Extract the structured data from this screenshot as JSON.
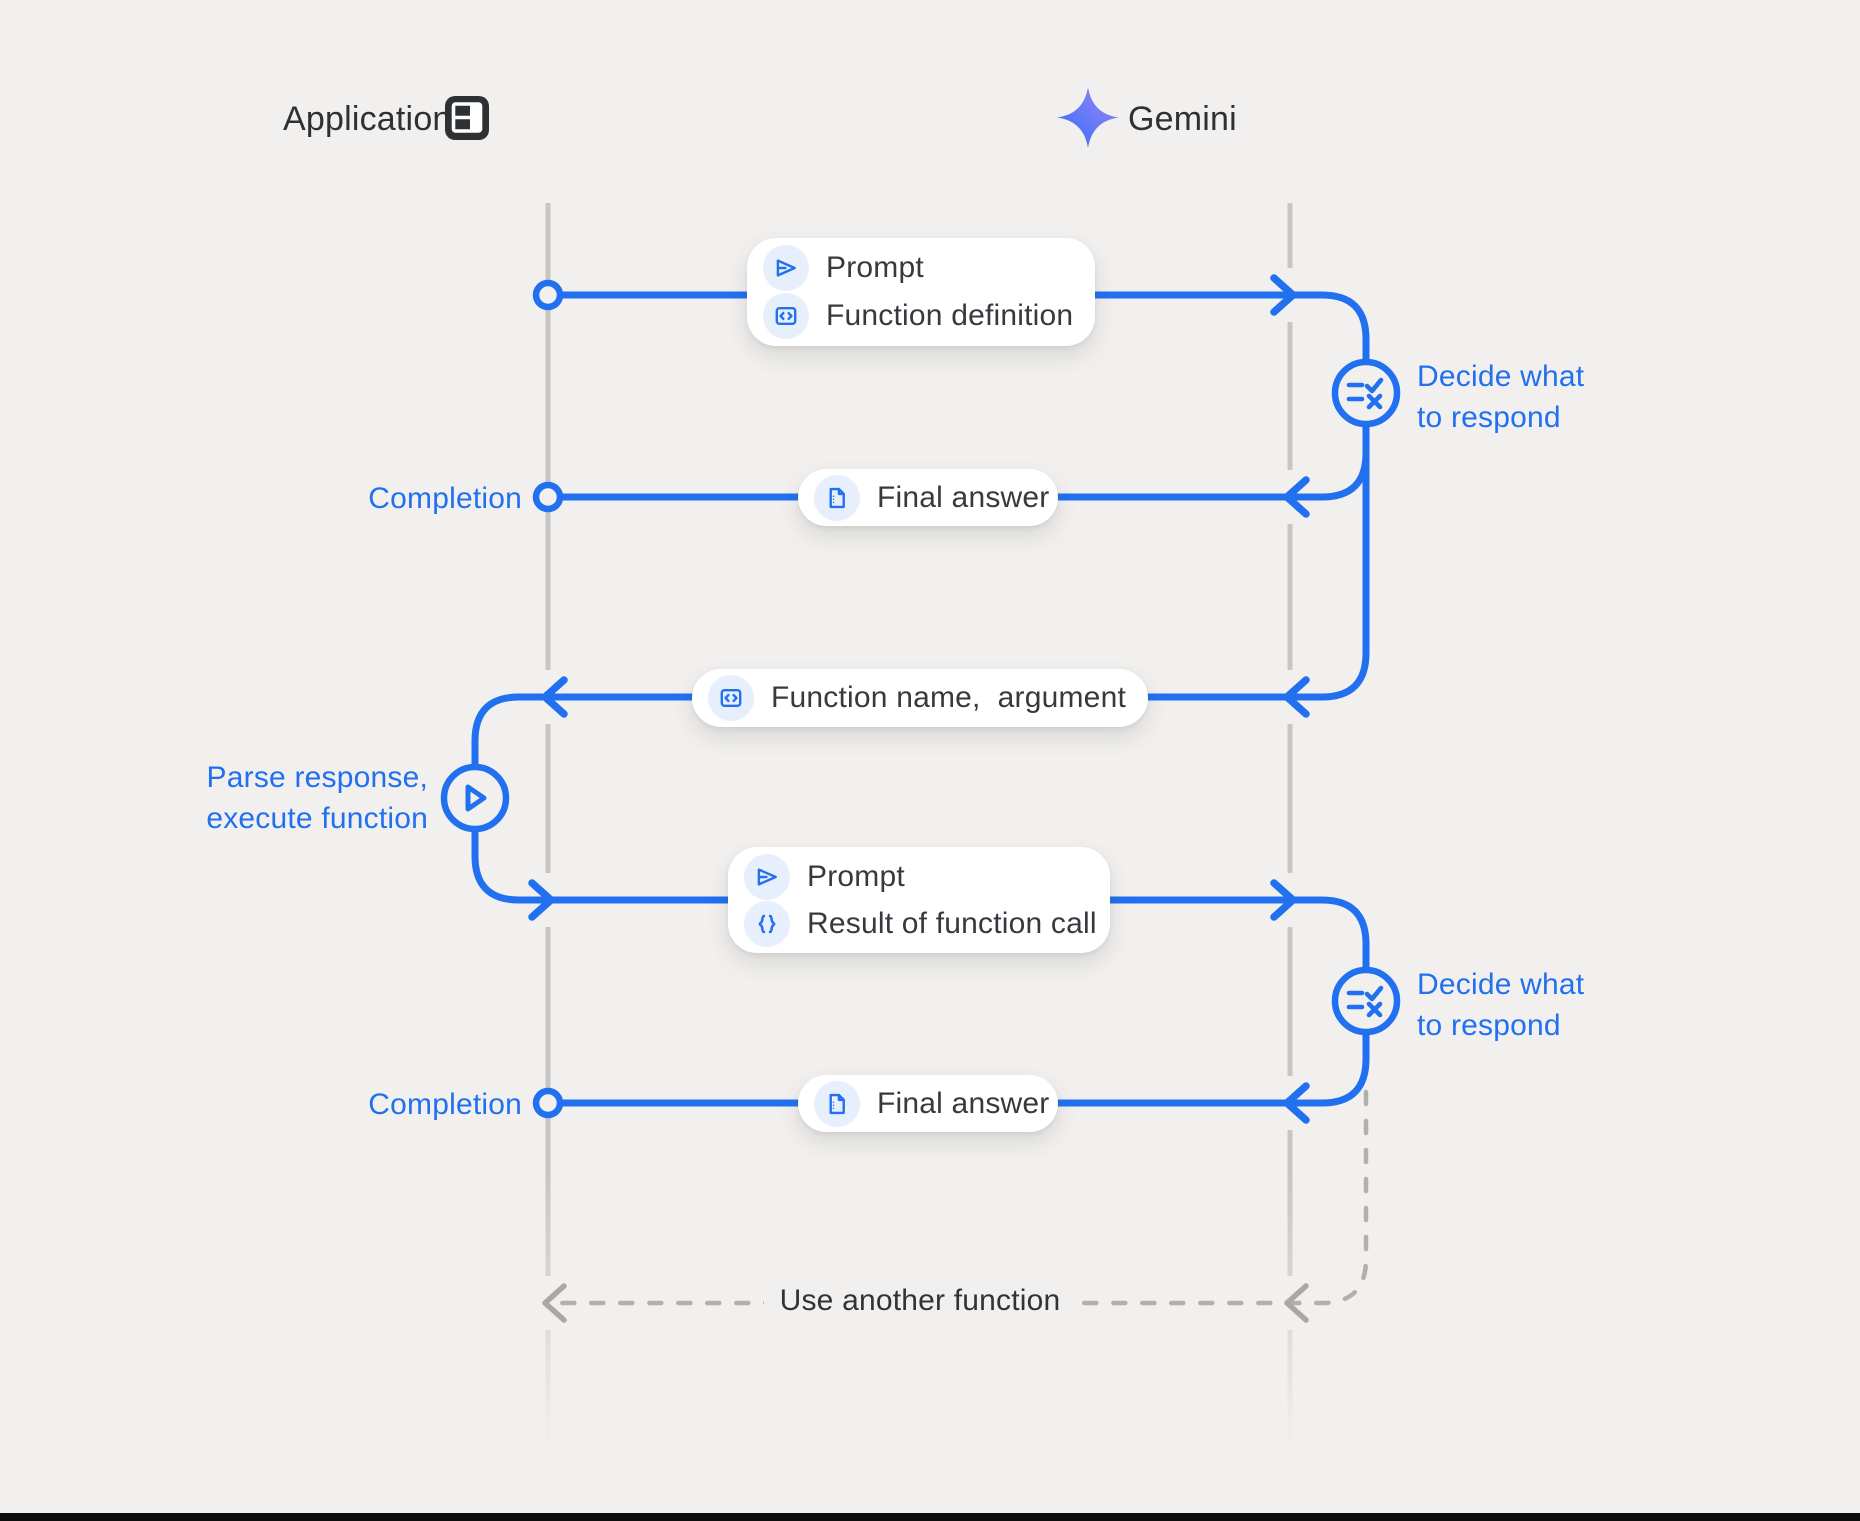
{
  "colors": {
    "background": "#f2f0ee",
    "accent_blue": "#2170f0",
    "lifeline_gray": "#c8c6c4",
    "dashed_gray": "#b2b0ae",
    "dark_text": "#2d3034",
    "pill_text": "#36393d",
    "pill_bg": "#ffffff",
    "chip_bg": "#e7eefc",
    "footer_bar": "#0d0d0d",
    "gemini_star_gradient": [
      "#2f6df4",
      "#6e7bf7",
      "#a77ef9"
    ]
  },
  "actors": {
    "application": {
      "label": "Application",
      "icon": "app-window-icon"
    },
    "gemini": {
      "label": "Gemini",
      "icon": "gemini-sparkle-icon"
    }
  },
  "messages": {
    "prompt1": {
      "rows": [
        {
          "icon": "send-icon",
          "label": "Prompt"
        },
        {
          "icon": "code-box-icon",
          "label": "Function definition"
        }
      ]
    },
    "final_answer1": {
      "rows": [
        {
          "icon": "document-icon",
          "label": "Final answer"
        }
      ]
    },
    "function_name": {
      "rows": [
        {
          "icon": "code-box-icon",
          "label": "Function name,  argument"
        }
      ]
    },
    "prompt2": {
      "rows": [
        {
          "icon": "send-icon",
          "label": "Prompt"
        },
        {
          "icon": "braces-icon",
          "label": "Result of function call"
        }
      ]
    },
    "final_answer2": {
      "rows": [
        {
          "icon": "document-icon",
          "label": "Final answer"
        }
      ]
    }
  },
  "annotations": {
    "completion1": "Completion",
    "completion2": "Completion",
    "decide1": {
      "line1": "Decide what",
      "line2": "to respond",
      "icon": "rule-icon"
    },
    "decide2": {
      "line1": "Decide what",
      "line2": "to respond",
      "icon": "rule-icon"
    },
    "parse": {
      "line1": "Parse response,",
      "line2": "execute function",
      "icon": "play-icon"
    },
    "loop": "Use another function"
  }
}
